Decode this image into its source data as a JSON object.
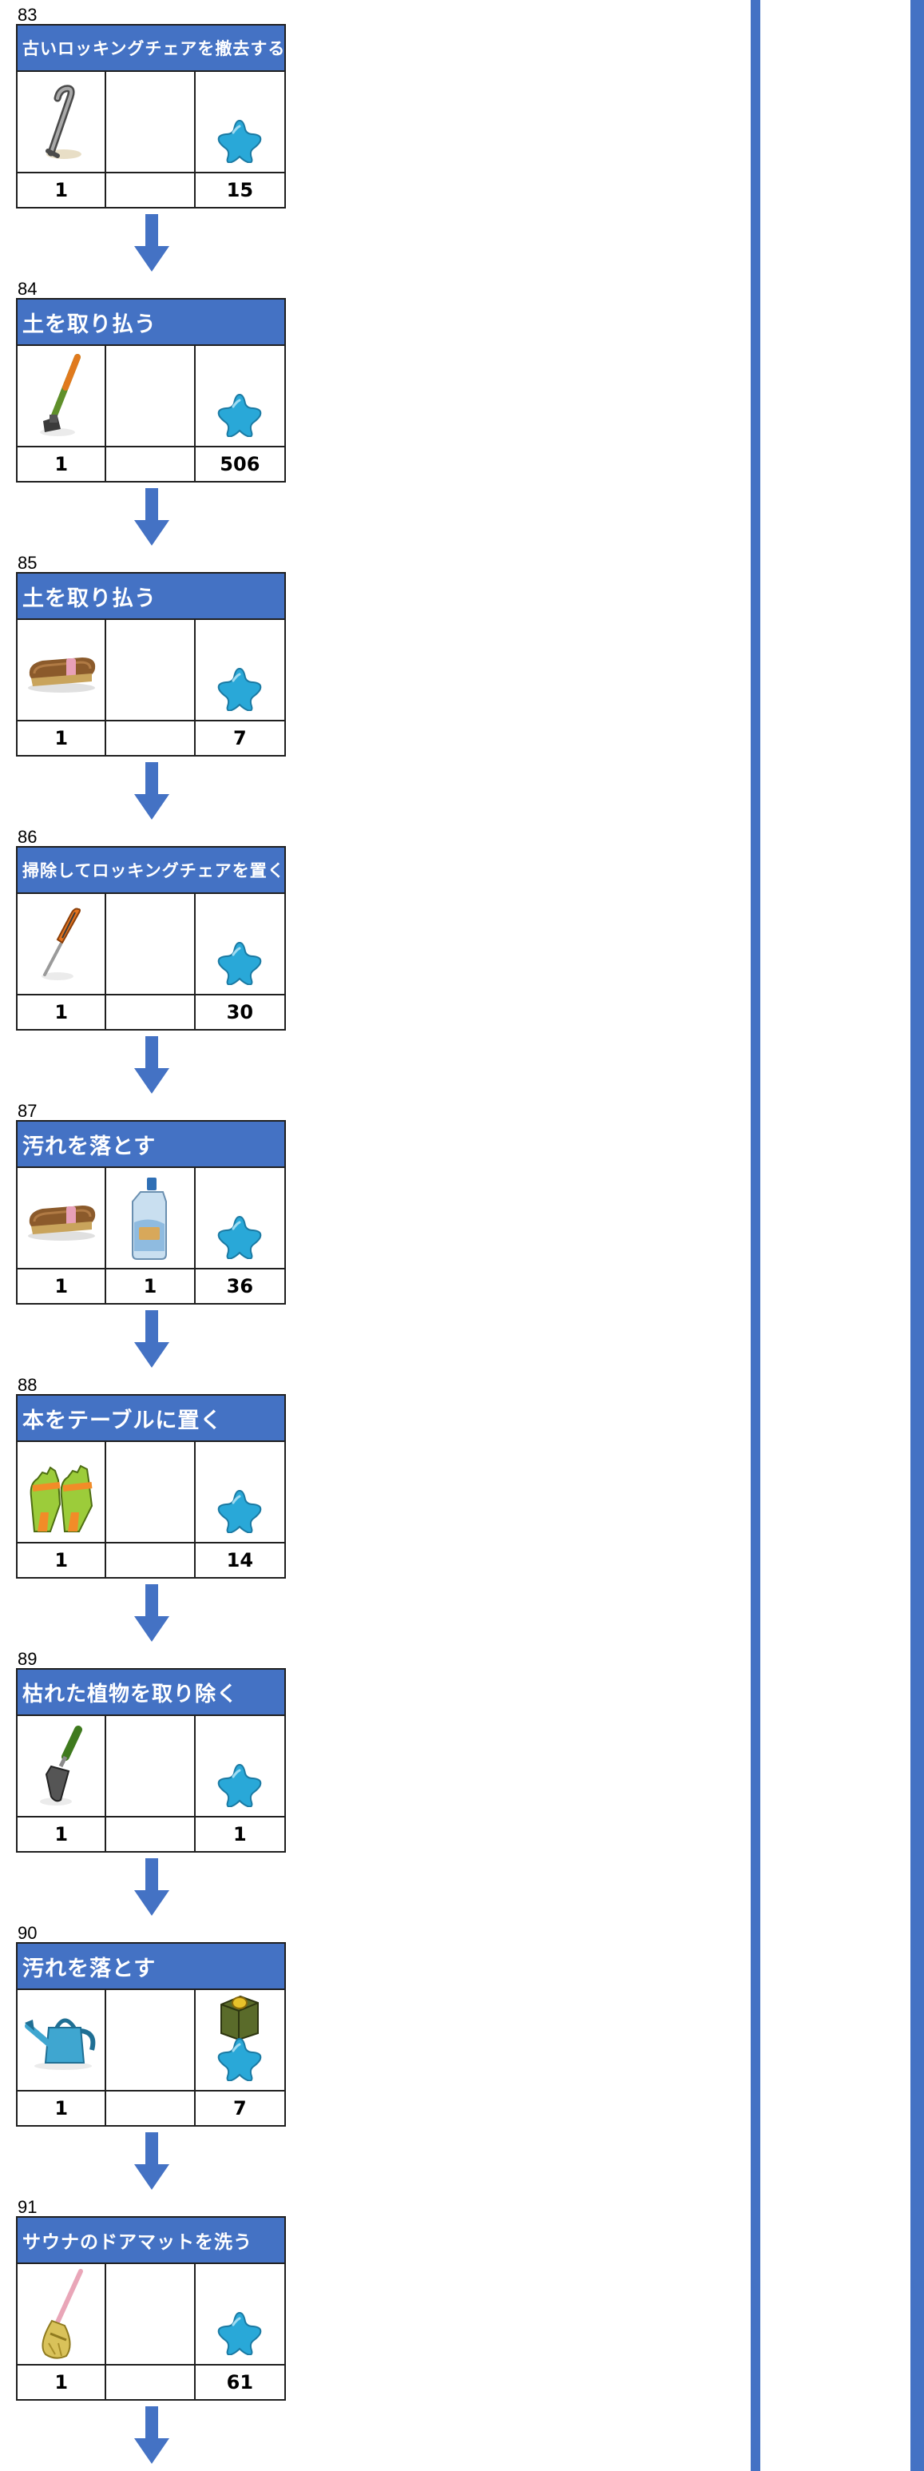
{
  "steps": [
    {
      "number": "83",
      "title": "古いロッキングチェアを撤去する",
      "title_size": 21,
      "tools": [
        {
          "icon": "crowbar-icon",
          "count": "1"
        }
      ],
      "cost": {
        "star": true,
        "coin": false,
        "count": "15"
      }
    },
    {
      "number": "84",
      "title": "土を取り払う",
      "title_size": 27,
      "tools": [
        {
          "icon": "hoe-icon",
          "count": "1"
        }
      ],
      "cost": {
        "star": true,
        "coin": false,
        "count": "506"
      }
    },
    {
      "number": "85",
      "title": "土を取り払う",
      "title_size": 27,
      "tools": [
        {
          "icon": "scrub-brush-icon",
          "count": "1"
        }
      ],
      "cost": {
        "star": true,
        "coin": false,
        "count": "7"
      }
    },
    {
      "number": "86",
      "title": "掃除してロッキングチェアを置く",
      "title_size": 21,
      "tools": [
        {
          "icon": "screwdriver-icon",
          "count": "1"
        }
      ],
      "cost": {
        "star": true,
        "coin": false,
        "count": "30"
      }
    },
    {
      "number": "87",
      "title": "汚れを落とす",
      "title_size": 27,
      "tools": [
        {
          "icon": "scrub-brush-icon",
          "count": "1"
        },
        {
          "icon": "detergent-bottle-icon",
          "count": "1"
        }
      ],
      "cost": {
        "star": true,
        "coin": false,
        "count": "36"
      }
    },
    {
      "number": "88",
      "title": "本をテーブルに置く",
      "title_size": 27,
      "tools": [
        {
          "icon": "gloves-icon",
          "count": "1"
        }
      ],
      "cost": {
        "star": true,
        "coin": false,
        "count": "14"
      }
    },
    {
      "number": "89",
      "title": "枯れた植物を取り除く",
      "title_size": 26,
      "tools": [
        {
          "icon": "trowel-icon",
          "count": "1"
        }
      ],
      "cost": {
        "star": true,
        "coin": false,
        "count": "1"
      }
    },
    {
      "number": "90",
      "title": "汚れを落とす",
      "title_size": 27,
      "tools": [
        {
          "icon": "watering-can-icon",
          "count": "1"
        }
      ],
      "cost": {
        "star": true,
        "coin": true,
        "count": "7"
      }
    },
    {
      "number": "91",
      "title": "サウナのドアマットを洗う",
      "title_size": 23,
      "tools": [
        {
          "icon": "broom-icon",
          "count": "1"
        }
      ],
      "cost": {
        "star": true,
        "coin": false,
        "count": "61"
      }
    }
  ],
  "colors": {
    "accent": "#4472c4",
    "star": "#29a8d8",
    "border": "#1f1f1f"
  }
}
